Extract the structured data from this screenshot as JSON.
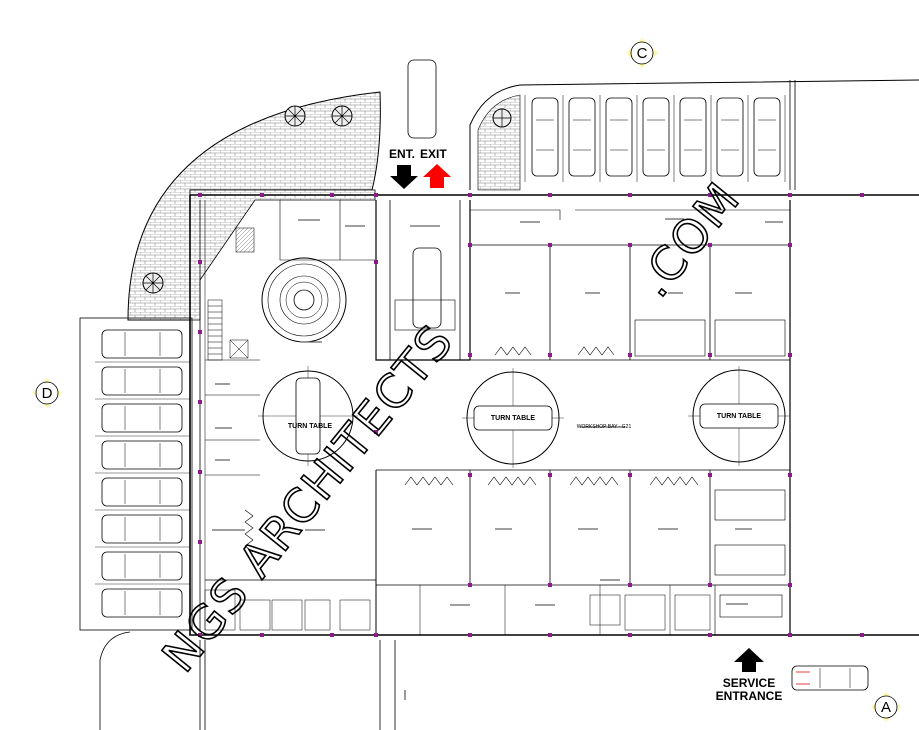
{
  "grid_markers": {
    "a": "A",
    "c": "C",
    "d": "D"
  },
  "watermark": {
    "line1": "NGS ARCHITECTS",
    "line2": ".COM"
  },
  "entry": {
    "ent": "ENT.",
    "exit": "EXIT"
  },
  "service_entrance": {
    "line1": "SERVICE",
    "line2": "ENTRANCE"
  },
  "turn_tables": {
    "left": "TURN TABLE",
    "middle": "TURN TABLE",
    "right": "TURN TABLE"
  },
  "workshop_label": "WORKSHOP BAY - G21",
  "colors": {
    "line": "#000000",
    "column": "#8b1a8b",
    "entry_arrow": "#ff0000",
    "marker_fill": "#fff6b0"
  }
}
